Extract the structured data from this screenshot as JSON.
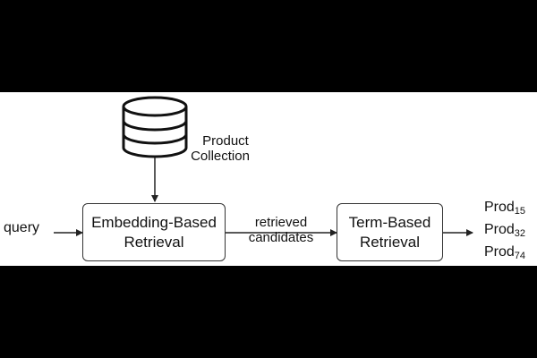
{
  "diagram": {
    "database": {
      "icon": "database-cylinder-icon",
      "label_line1": "Product",
      "label_line2": "Collection"
    },
    "query_label": "query",
    "embedding_box": {
      "line1": "Embedding-Based",
      "line2": "Retrieval"
    },
    "edge_label": {
      "line1": "retrieved",
      "line2": "candidates"
    },
    "term_box": {
      "line1": "Term-Based",
      "line2": "Retrieval"
    },
    "outputs": [
      {
        "name": "Prod",
        "sub": "15"
      },
      {
        "name": "Prod",
        "sub": "32"
      },
      {
        "name": "Prod",
        "sub": "74"
      }
    ]
  }
}
